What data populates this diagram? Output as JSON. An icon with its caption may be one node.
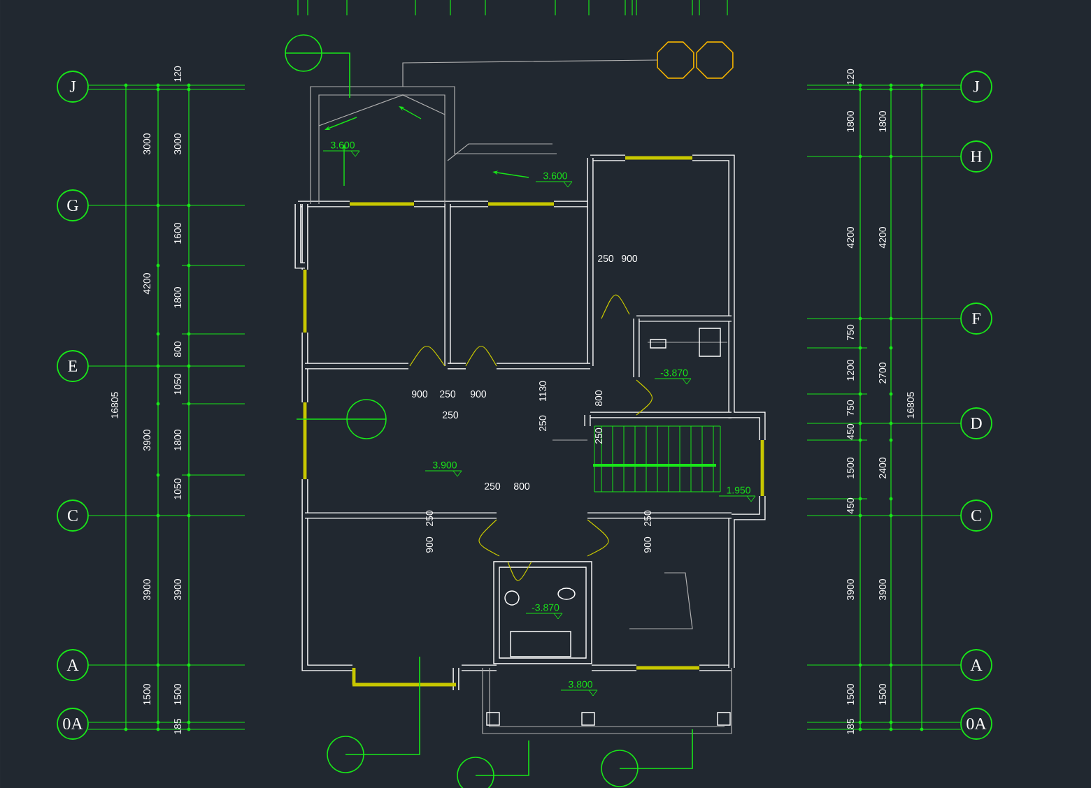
{
  "diagram": {
    "nodes": [
      {
        "text": [
          "J"
        ]
      },
      {
        "text": [
          "G"
        ]
      },
      {
        "text": [
          "E"
        ]
      },
      {
        "text": [
          "C"
        ]
      },
      {
        "text": [
          "A"
        ]
      },
      {
        "text": [
          "0A"
        ]
      },
      {
        "text": [
          "J"
        ]
      },
      {
        "text": [
          "H"
        ]
      },
      {
        "text": [
          "F"
        ]
      },
      {
        "text": [
          "D"
        ]
      },
      {
        "text": [
          "C"
        ]
      },
      {
        "text": [
          "A"
        ]
      },
      {
        "text": [
          "0A"
        ]
      }
    ],
    "labels": [
      "120",
      "3000",
      "3000",
      "1600",
      "4200",
      "1800",
      "800",
      "1050",
      "16805",
      "3900",
      "1800",
      "1050",
      "3900",
      "3900",
      "1500",
      "1500",
      "185",
      "3.600",
      "3.600",
      "250",
      "900",
      "-3.870",
      "900",
      "250",
      "900",
      "1130",
      "800",
      "250",
      "250",
      "250",
      "3.900",
      "250",
      "800",
      "1.950",
      "250",
      "250",
      "900",
      "900",
      "-3.870",
      "3.800",
      "120",
      "1800",
      "1800",
      "4200",
      "4200",
      "750",
      "1200",
      "2700",
      "16805",
      "750",
      "450",
      "1500",
      "2400",
      "450",
      "3900",
      "3900",
      "1500",
      "1500",
      "185"
    ]
  }
}
